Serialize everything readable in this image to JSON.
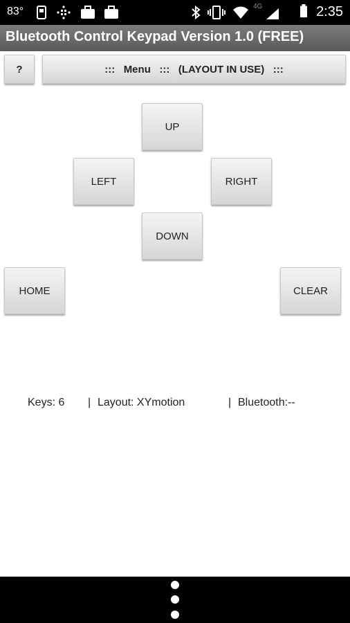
{
  "status_bar": {
    "temperature": "83°",
    "time": "2:35",
    "network": "4G",
    "icons": [
      "phone-icon",
      "grid-icon",
      "briefcase-icon",
      "briefcase-icon",
      "bluetooth-icon",
      "vibrate-icon",
      "wifi-icon",
      "signal-icon",
      "battery-icon"
    ]
  },
  "app": {
    "title": "Bluetooth Control Keypad Version 1.0 (FREE)"
  },
  "toolbar": {
    "help_label": "?",
    "menu_label": ":::   Menu   :::   (LAYOUT IN USE)   :::"
  },
  "keypad": {
    "up": "UP",
    "left": "LEFT",
    "right": "RIGHT",
    "down": "DOWN",
    "home": "HOME",
    "clear": "CLEAR"
  },
  "info": {
    "keys": "Keys: 6",
    "sep1": "|",
    "layout": "Layout: XYmotion",
    "sep2": "|",
    "bluetooth": "Bluetooth:--"
  },
  "colors": {
    "title_bar": "#6b6b6b",
    "button": "#e2e2e2"
  }
}
